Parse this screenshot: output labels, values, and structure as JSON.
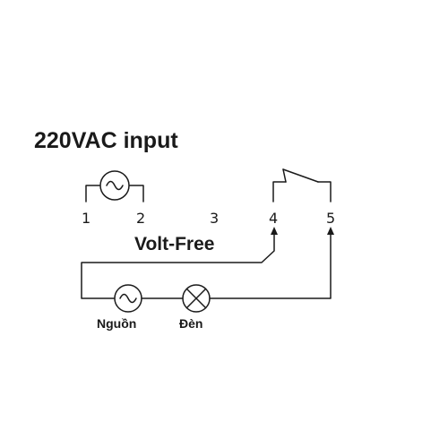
{
  "diagram": {
    "title": "220VAC input",
    "terminals": [
      "1",
      "2",
      "3",
      "4",
      "5"
    ],
    "contact_label": "Volt-Free",
    "components": [
      {
        "label": "Nguồn",
        "symbol": "ac-source-icon"
      },
      {
        "label": "Đèn",
        "symbol": "lamp-icon"
      }
    ],
    "colors": {
      "line": "#1a1a1a",
      "background": "#ffffff"
    }
  }
}
